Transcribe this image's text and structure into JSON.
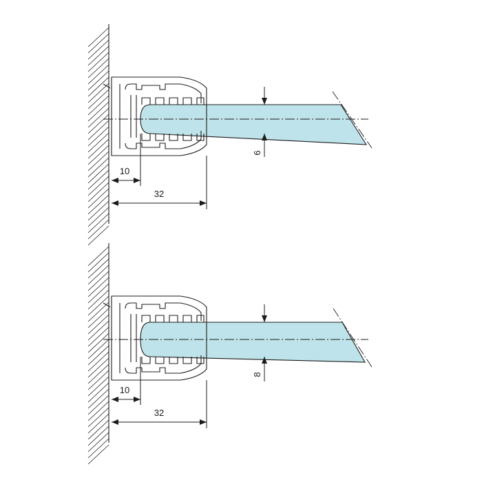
{
  "details": [
    {
      "name": "detail-top",
      "glass_thickness_label": "6",
      "depth_inner_label": "10",
      "depth_total_label": "32"
    },
    {
      "name": "detail-bottom",
      "glass_thickness_label": "8",
      "depth_inner_label": "10",
      "depth_total_label": "32"
    }
  ],
  "colors": {
    "glass": "#bfe3ea",
    "line": "#1c1c1c",
    "background": "#ffffff"
  }
}
